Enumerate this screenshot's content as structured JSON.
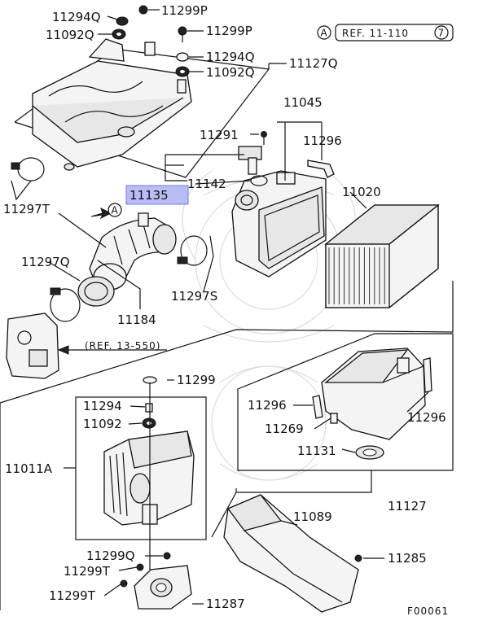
{
  "diagram": {
    "highlight_label": "11135",
    "labels": {
      "p11294Q_a": "11294Q",
      "p11092Q_a": "11092Q",
      "p11299P_a": "11299P",
      "p11299P_b": "11299P",
      "p11294Q_b": "11294Q",
      "p11092Q_b": "11092Q",
      "p11127Q": "11127Q",
      "p11045": "11045",
      "p11291": "11291",
      "p11296_a": "11296",
      "p11142": "11142",
      "p11020": "11020",
      "p11297T": "11297T",
      "p11297Q": "11297Q",
      "p11184": "11184",
      "p11297S": "11297S",
      "p11299": "11299",
      "p11294": "11294",
      "p11092": "11092",
      "p11011A": "11011A",
      "p11296_b": "11296",
      "p11296_c": "11296",
      "p11269": "11269",
      "p11131": "11131",
      "p11127": "11127",
      "p11089": "11089",
      "p11299Q": "11299Q",
      "p11299T_a": "11299T",
      "p11299T_b": "11299T",
      "p11287": "11287",
      "p11285": "11285"
    },
    "ref_top": "REF. 11-110",
    "ref_top_badge_left": "A",
    "ref_top_badge_right": "7",
    "ref_mid": "(REF. 13-550)",
    "arrow_badge": "A",
    "figure_code": "F00061"
  }
}
